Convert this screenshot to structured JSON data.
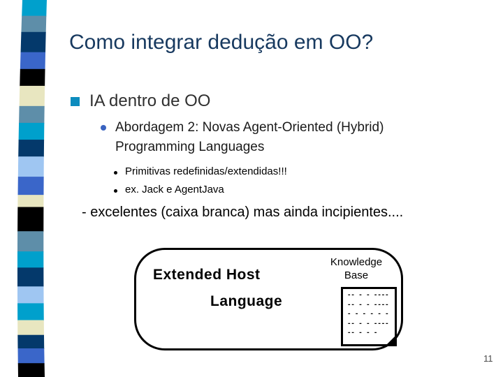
{
  "slide": {
    "title": "Como integrar dedução em OO?",
    "page_number": "11"
  },
  "bullets": {
    "level1": "IA dentro de OO",
    "level2": "Abordagem 2: Novas Agent-Oriented (Hybrid) Programming Languages",
    "level3a": "Primitivas redefinidas/extendidas!!!",
    "level3b": "ex. Jack e AgentJava",
    "note": "- excelentes (caixa branca) mas ainda incipientes...."
  },
  "diagram": {
    "host_label_line1": "Extended Host",
    "host_label_line2": "Language",
    "kb_label_line1": "Knowledge",
    "kb_label_line2": "Base",
    "doc_lines": [
      "-- - - ----",
      "-- - - ----",
      "- - - - - -",
      "-- - - ----",
      "-- - - -"
    ]
  },
  "colors": {
    "title_text": "#17395f",
    "bullet_square": "#0d8cbe",
    "bullet_dot": "#3a63c0",
    "ribbon": [
      "#00a0cc",
      "#5e8ea9",
      "#04396b",
      "#3a66c9",
      "#000000",
      "#e8e6c0",
      "#5e8ea9",
      "#00a0cc",
      "#04396b",
      "#9fc6f2",
      "#3a66c9",
      "#e8e6c0",
      "#000000",
      "#5e8ea9",
      "#00a0cc",
      "#04396b",
      "#9fc6f2",
      "#00a0cc",
      "#e8e6c0",
      "#04396b",
      "#3a66c9",
      "#000000"
    ]
  },
  "ribbon_weights": [
    24,
    24,
    30,
    25,
    25,
    30,
    25,
    25,
    25,
    30,
    27,
    18,
    36,
    30,
    24,
    28,
    25,
    25,
    22,
    20,
    22,
    20
  ]
}
